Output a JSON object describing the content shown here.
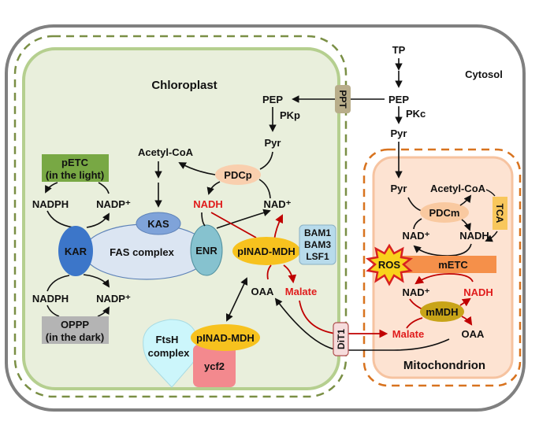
{
  "compartments": {
    "cytosol": "Cytosol",
    "chloroplast": "Chloroplast",
    "mitochondrion": "Mitochondrion"
  },
  "cytosol_nodes": {
    "tp": "TP",
    "pep": "PEP",
    "pkc": "PKc",
    "pyr": "Pyr"
  },
  "transporters": {
    "ppt": "PPT",
    "dit1": "DiT1"
  },
  "chloroplast_nodes": {
    "pep": "PEP",
    "pkp": "PKp",
    "pyr": "Pyr",
    "acetyl_coa": "Acetyl-CoA",
    "pdcp": "PDCp",
    "nadh": "NADH",
    "nad_plus": "NAD⁺",
    "petc_line1": "pETC",
    "petc_line2": "(in the light)",
    "nadph_top": "NADPH",
    "nadp_top": "NADP⁺",
    "kas": "KAS",
    "kar": "KAR",
    "fas": "FAS complex",
    "enr": "ENR",
    "pinad_mdh": "pINAD-MDH",
    "bam1": "BAM1",
    "bam3": "BAM3",
    "lsf1": "LSF1",
    "oaa": "OAA",
    "malate": "Malate",
    "nadph_bottom": "NADPH",
    "nadp_bottom": "NADP⁺",
    "oppp_line1": "OPPP",
    "oppp_line2": "(in the dark)",
    "ftsh_line1": "FtsH",
    "ftsh_line2": "complex",
    "pinad_mdh2": "pINAD-MDH",
    "ycf2": "ycf2"
  },
  "mitochondrion_nodes": {
    "pyr": "Pyr",
    "acetyl_coa": "Acetyl-CoA",
    "tca": "TCA",
    "pdcm": "PDCm",
    "nad_plus_top": "NAD⁺",
    "nadh_top": "NADH",
    "ros": "ROS",
    "metc": "mETC",
    "nad_plus_bottom": "NAD⁺",
    "nadh_bottom": "NADH",
    "mmdh": "mMDH",
    "malate": "Malate",
    "oaa": "OAA"
  },
  "colors": {
    "reaction_red": "#c00000",
    "label_red": "#e01b1b",
    "chloroplast_fill": "#e9efdc",
    "chloroplast_border": "#b5cf8f",
    "chloroplast_dash": "#7a8f45",
    "mito_fill": "#fde3d2",
    "mito_border": "#f6c3a0",
    "mito_dash": "#d8731f",
    "cell_border": "#808080"
  }
}
